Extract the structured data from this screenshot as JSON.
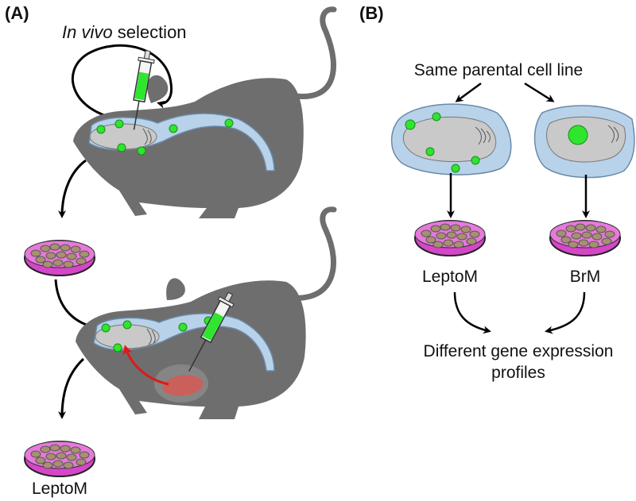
{
  "panel_a": {
    "label": "(A)",
    "selection_prefix": "In vivo",
    "selection_suffix": " selection",
    "output_label": "LeptoM"
  },
  "panel_b": {
    "label": "(B)",
    "source_label": "Same parental cell line",
    "left_label": "LeptoM",
    "right_label": "BrM",
    "result_line1": "Different gene expression",
    "result_line2": "profiles"
  },
  "colors": {
    "mouse": "#6e6e6e",
    "csf": "#b8d2ea",
    "brain": "#c9c9c9",
    "cell_green": "#2ee62e",
    "dish_pink": "#e04fd0",
    "cell_tan": "#a89070",
    "arrow_red": "#e01818",
    "liver": "#c9605a"
  },
  "icons": {
    "syringe": "syringe-icon",
    "petri_dish": "petri-dish-icon",
    "mouse": "mouse-icon"
  }
}
